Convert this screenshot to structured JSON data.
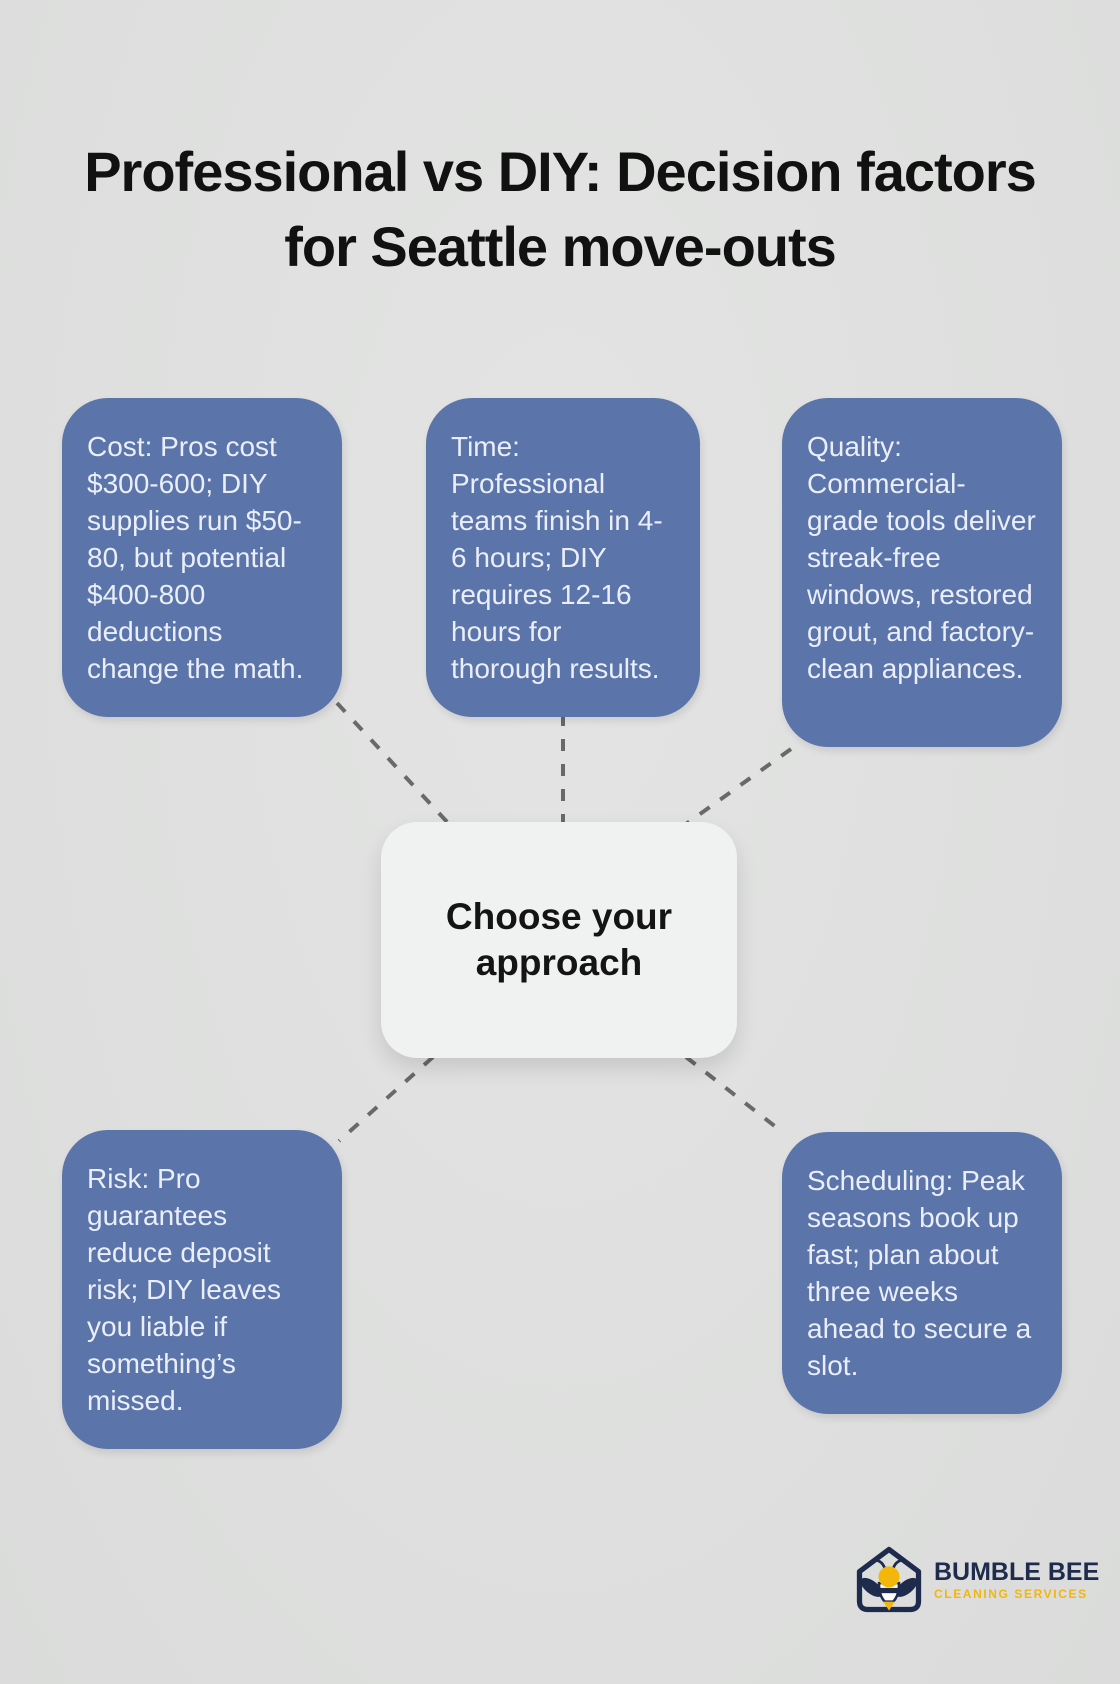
{
  "title": "Professional vs DIY: Decision factors for Seattle move-outs",
  "center_node": {
    "label": "Choose your approach"
  },
  "factors": [
    {
      "id": "cost",
      "text": "Cost: Pros cost $300-600; DIY supplies run $50-80, but potential $400-800 deductions change the math."
    },
    {
      "id": "time",
      "text": "Time: Professional teams finish in 4-6 hours; DIY requires 12-16 hours for thorough results."
    },
    {
      "id": "quality",
      "text": "Quality: Commercial-grade tools deliver streak-free windows, restored grout, and factory-clean appliances."
    },
    {
      "id": "risk",
      "text": "Risk: Pro guarantees reduce deposit risk; DIY leaves you liable if something’s missed."
    },
    {
      "id": "scheduling",
      "text": "Scheduling: Peak seasons book up fast; plan about three weeks ahead to secure a slot."
    }
  ],
  "logo": {
    "name": "BUMBLE BEE",
    "tagline": "CLEANING SERVICES",
    "icon": "house-bee-logo-icon"
  },
  "colors": {
    "background": "#dedfde",
    "card_bg": "#5b74a9",
    "card_text": "#e9eef8",
    "center_bg": "#f0f1f1",
    "connector": "#696969",
    "logo_navy": "#1e2b4d",
    "logo_yellow": "#f2b70a",
    "title_text": "#111111"
  }
}
